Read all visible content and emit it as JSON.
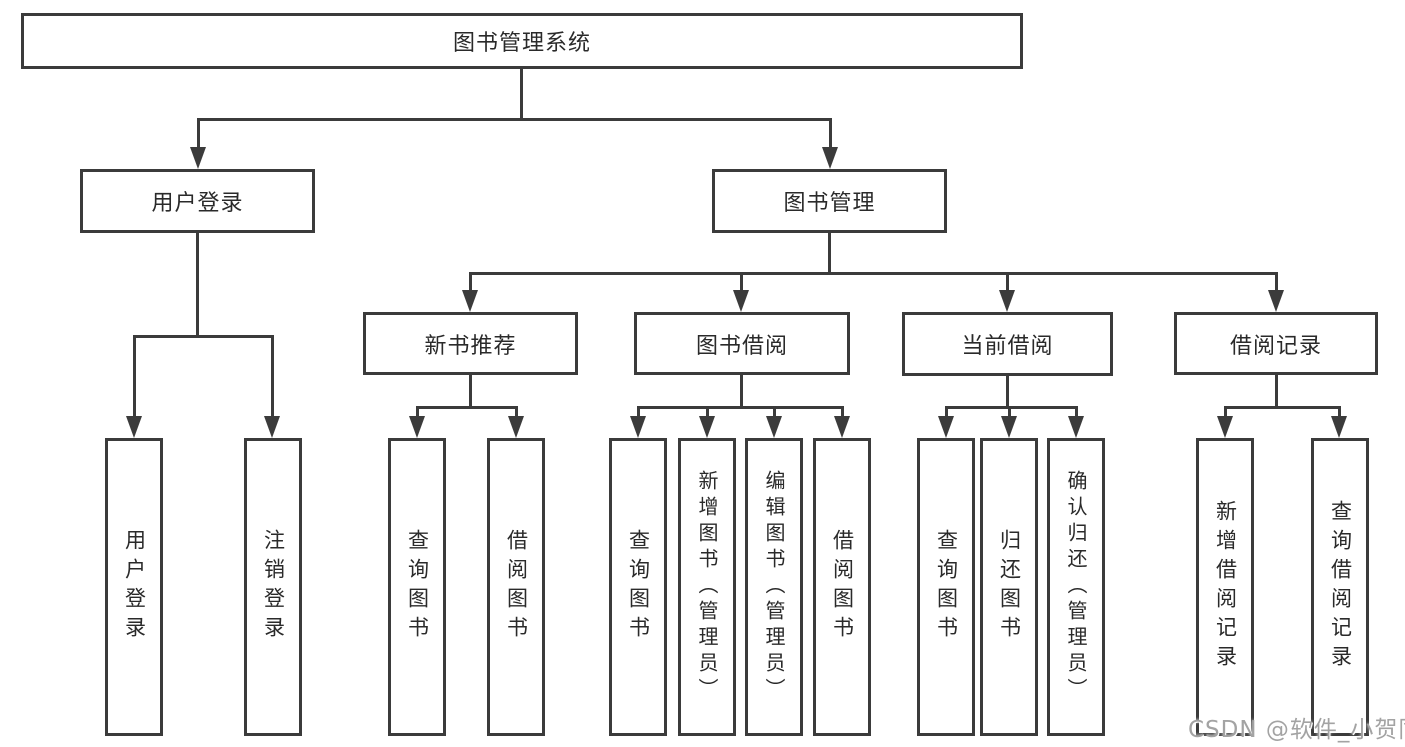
{
  "diagram": {
    "type": "hierarchy-tree",
    "colors": {
      "line": "#3b3b3b",
      "text": "#2a2a2a",
      "background": "#ffffff",
      "watermark": "#9e9e9e"
    },
    "nodes": {
      "root": "图书管理系统",
      "login": {
        "label": "用户登录",
        "leaves": [
          "用户登录",
          "注销登录"
        ]
      },
      "mgmt": {
        "label": "图书管理",
        "sections": [
          {
            "label": "新书推荐",
            "leaves": [
              "查询图书",
              "借阅图书"
            ]
          },
          {
            "label": "图书借阅",
            "leaves": [
              "查询图书",
              "新增图书（管理员）",
              "编辑图书（管理员）",
              "借阅图书"
            ]
          },
          {
            "label": "当前借阅",
            "leaves": [
              "查询图书",
              "归还图书",
              "确认归还（管理员）"
            ]
          },
          {
            "label": "借阅记录",
            "leaves": [
              "新增借阅记录",
              "查询借阅记录"
            ]
          }
        ]
      }
    },
    "watermark": "CSDN @软件_小贺同学"
  }
}
